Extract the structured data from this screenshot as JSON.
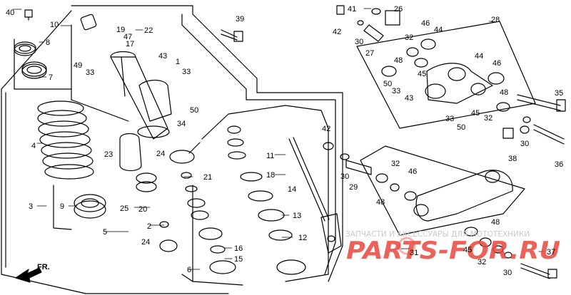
{
  "watermark": {
    "caption": "ЗАПЧАСТИ И АКСЕССУАРЫ ДЛЯ МОТОТЕХНИКИ",
    "logo_text": "PARTS-FOR.RU",
    "logo_color": "#e8473f",
    "caption_color": "#c9c9c9"
  },
  "direction_label": "FR.",
  "callouts": [
    {
      "id": "c40",
      "text": "40"
    },
    {
      "id": "c8",
      "text": "8"
    },
    {
      "id": "c7",
      "text": "7"
    },
    {
      "id": "c10",
      "text": "10"
    },
    {
      "id": "c19",
      "text": "19"
    },
    {
      "id": "c22",
      "text": "22"
    },
    {
      "id": "c47",
      "text": "47"
    },
    {
      "id": "c17",
      "text": "17"
    },
    {
      "id": "c49",
      "text": "49"
    },
    {
      "id": "c33a",
      "text": "33"
    },
    {
      "id": "c43a",
      "text": "43"
    },
    {
      "id": "c1",
      "text": "1"
    },
    {
      "id": "c33b",
      "text": "33"
    },
    {
      "id": "c39",
      "text": "39"
    },
    {
      "id": "c41",
      "text": "41"
    },
    {
      "id": "c26",
      "text": "26"
    },
    {
      "id": "c42a",
      "text": "42"
    },
    {
      "id": "c30a",
      "text": "30"
    },
    {
      "id": "c27",
      "text": "27"
    },
    {
      "id": "c28",
      "text": "28"
    },
    {
      "id": "c32a",
      "text": "32"
    },
    {
      "id": "c46a",
      "text": "46"
    },
    {
      "id": "c44a",
      "text": "44"
    },
    {
      "id": "c48a",
      "text": "48"
    },
    {
      "id": "c33c",
      "text": "33"
    },
    {
      "id": "c45a",
      "text": "45"
    },
    {
      "id": "c50a",
      "text": "50"
    },
    {
      "id": "c43b",
      "text": "43"
    },
    {
      "id": "c44b",
      "text": "44"
    },
    {
      "id": "c46b",
      "text": "46"
    },
    {
      "id": "c48b",
      "text": "48"
    },
    {
      "id": "c33d",
      "text": "33"
    },
    {
      "id": "c45b",
      "text": "45"
    },
    {
      "id": "c32b",
      "text": "32"
    },
    {
      "id": "c50b",
      "text": "50"
    },
    {
      "id": "c35",
      "text": "35"
    },
    {
      "id": "c30b",
      "text": "30"
    },
    {
      "id": "c38",
      "text": "38"
    },
    {
      "id": "c36",
      "text": "36"
    },
    {
      "id": "c4",
      "text": "4"
    },
    {
      "id": "c50c",
      "text": "50"
    },
    {
      "id": "c34",
      "text": "34"
    },
    {
      "id": "c42b",
      "text": "42"
    },
    {
      "id": "c23",
      "text": "23"
    },
    {
      "id": "c24a",
      "text": "24"
    },
    {
      "id": "c21",
      "text": "21"
    },
    {
      "id": "c11",
      "text": "11"
    },
    {
      "id": "c18",
      "text": "18"
    },
    {
      "id": "c14",
      "text": "14"
    },
    {
      "id": "c30c",
      "text": "30"
    },
    {
      "id": "c29",
      "text": "29"
    },
    {
      "id": "c32c",
      "text": "32"
    },
    {
      "id": "c46c",
      "text": "46"
    },
    {
      "id": "c48c",
      "text": "48"
    },
    {
      "id": "c3",
      "text": "3"
    },
    {
      "id": "c9",
      "text": "9"
    },
    {
      "id": "c25",
      "text": "25"
    },
    {
      "id": "c20",
      "text": "20"
    },
    {
      "id": "c13",
      "text": "13"
    },
    {
      "id": "c5",
      "text": "5"
    },
    {
      "id": "c2",
      "text": "2"
    },
    {
      "id": "c12",
      "text": "12"
    },
    {
      "id": "c24b",
      "text": "24"
    },
    {
      "id": "c16",
      "text": "16"
    },
    {
      "id": "c15",
      "text": "15"
    },
    {
      "id": "c31",
      "text": "31"
    },
    {
      "id": "c45c",
      "text": "45"
    },
    {
      "id": "c48d",
      "text": "48"
    },
    {
      "id": "c37",
      "text": "37"
    },
    {
      "id": "c6",
      "text": "6"
    },
    {
      "id": "c32d",
      "text": "32"
    },
    {
      "id": "c30d",
      "text": "30"
    }
  ]
}
